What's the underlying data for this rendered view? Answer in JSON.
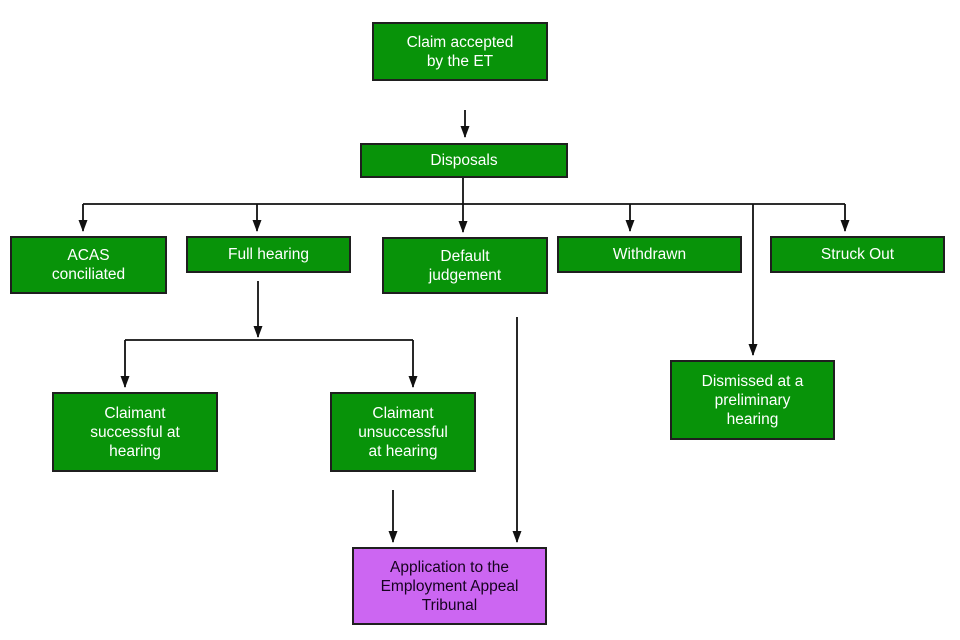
{
  "colors": {
    "background": "#ffffff",
    "node_fill_green": "#089309",
    "node_fill_purple": "#cc66f2",
    "node_border": "#1f1f1f",
    "node_text_light": "#ffffff",
    "node_text_dark": "#16031f",
    "connector": "#111111"
  },
  "nodes": {
    "claim_accepted": {
      "label": "Claim accepted\nby the ET",
      "fill": "green"
    },
    "disposals": {
      "label": "Disposals",
      "fill": "green"
    },
    "acas_conciliated": {
      "label": "ACAS\nconciliated",
      "fill": "green"
    },
    "full_hearing": {
      "label": "Full hearing",
      "fill": "green"
    },
    "default_judgement": {
      "label": "Default\njudgement",
      "fill": "green"
    },
    "withdrawn": {
      "label": "Withdrawn",
      "fill": "green"
    },
    "struck_out": {
      "label": "Struck Out",
      "fill": "green"
    },
    "claimant_successful": {
      "label": "Claimant\nsuccessful at\nhearing",
      "fill": "green"
    },
    "claimant_unsuccessful": {
      "label": "Claimant\nunsuccessful\nat hearing",
      "fill": "green"
    },
    "dismissed_preliminary_hearing": {
      "label": "Dismissed at a\npreliminary\nhearing",
      "fill": "green"
    },
    "eat_application": {
      "label": "Application to the\nEmployment Appeal\nTribunal",
      "fill": "purple"
    }
  },
  "edges": [
    {
      "from": "claim_accepted",
      "to": "disposals"
    },
    {
      "from": "disposals",
      "to": "acas_conciliated"
    },
    {
      "from": "disposals",
      "to": "full_hearing"
    },
    {
      "from": "disposals",
      "to": "default_judgement"
    },
    {
      "from": "disposals",
      "to": "withdrawn"
    },
    {
      "from": "disposals",
      "to": "struck_out"
    },
    {
      "from": "disposals",
      "to": "dismissed_preliminary_hearing"
    },
    {
      "from": "full_hearing",
      "to": "claimant_successful"
    },
    {
      "from": "full_hearing",
      "to": "claimant_unsuccessful"
    },
    {
      "from": "claimant_unsuccessful",
      "to": "eat_application"
    },
    {
      "from": "default_judgement",
      "to": "eat_application"
    }
  ]
}
